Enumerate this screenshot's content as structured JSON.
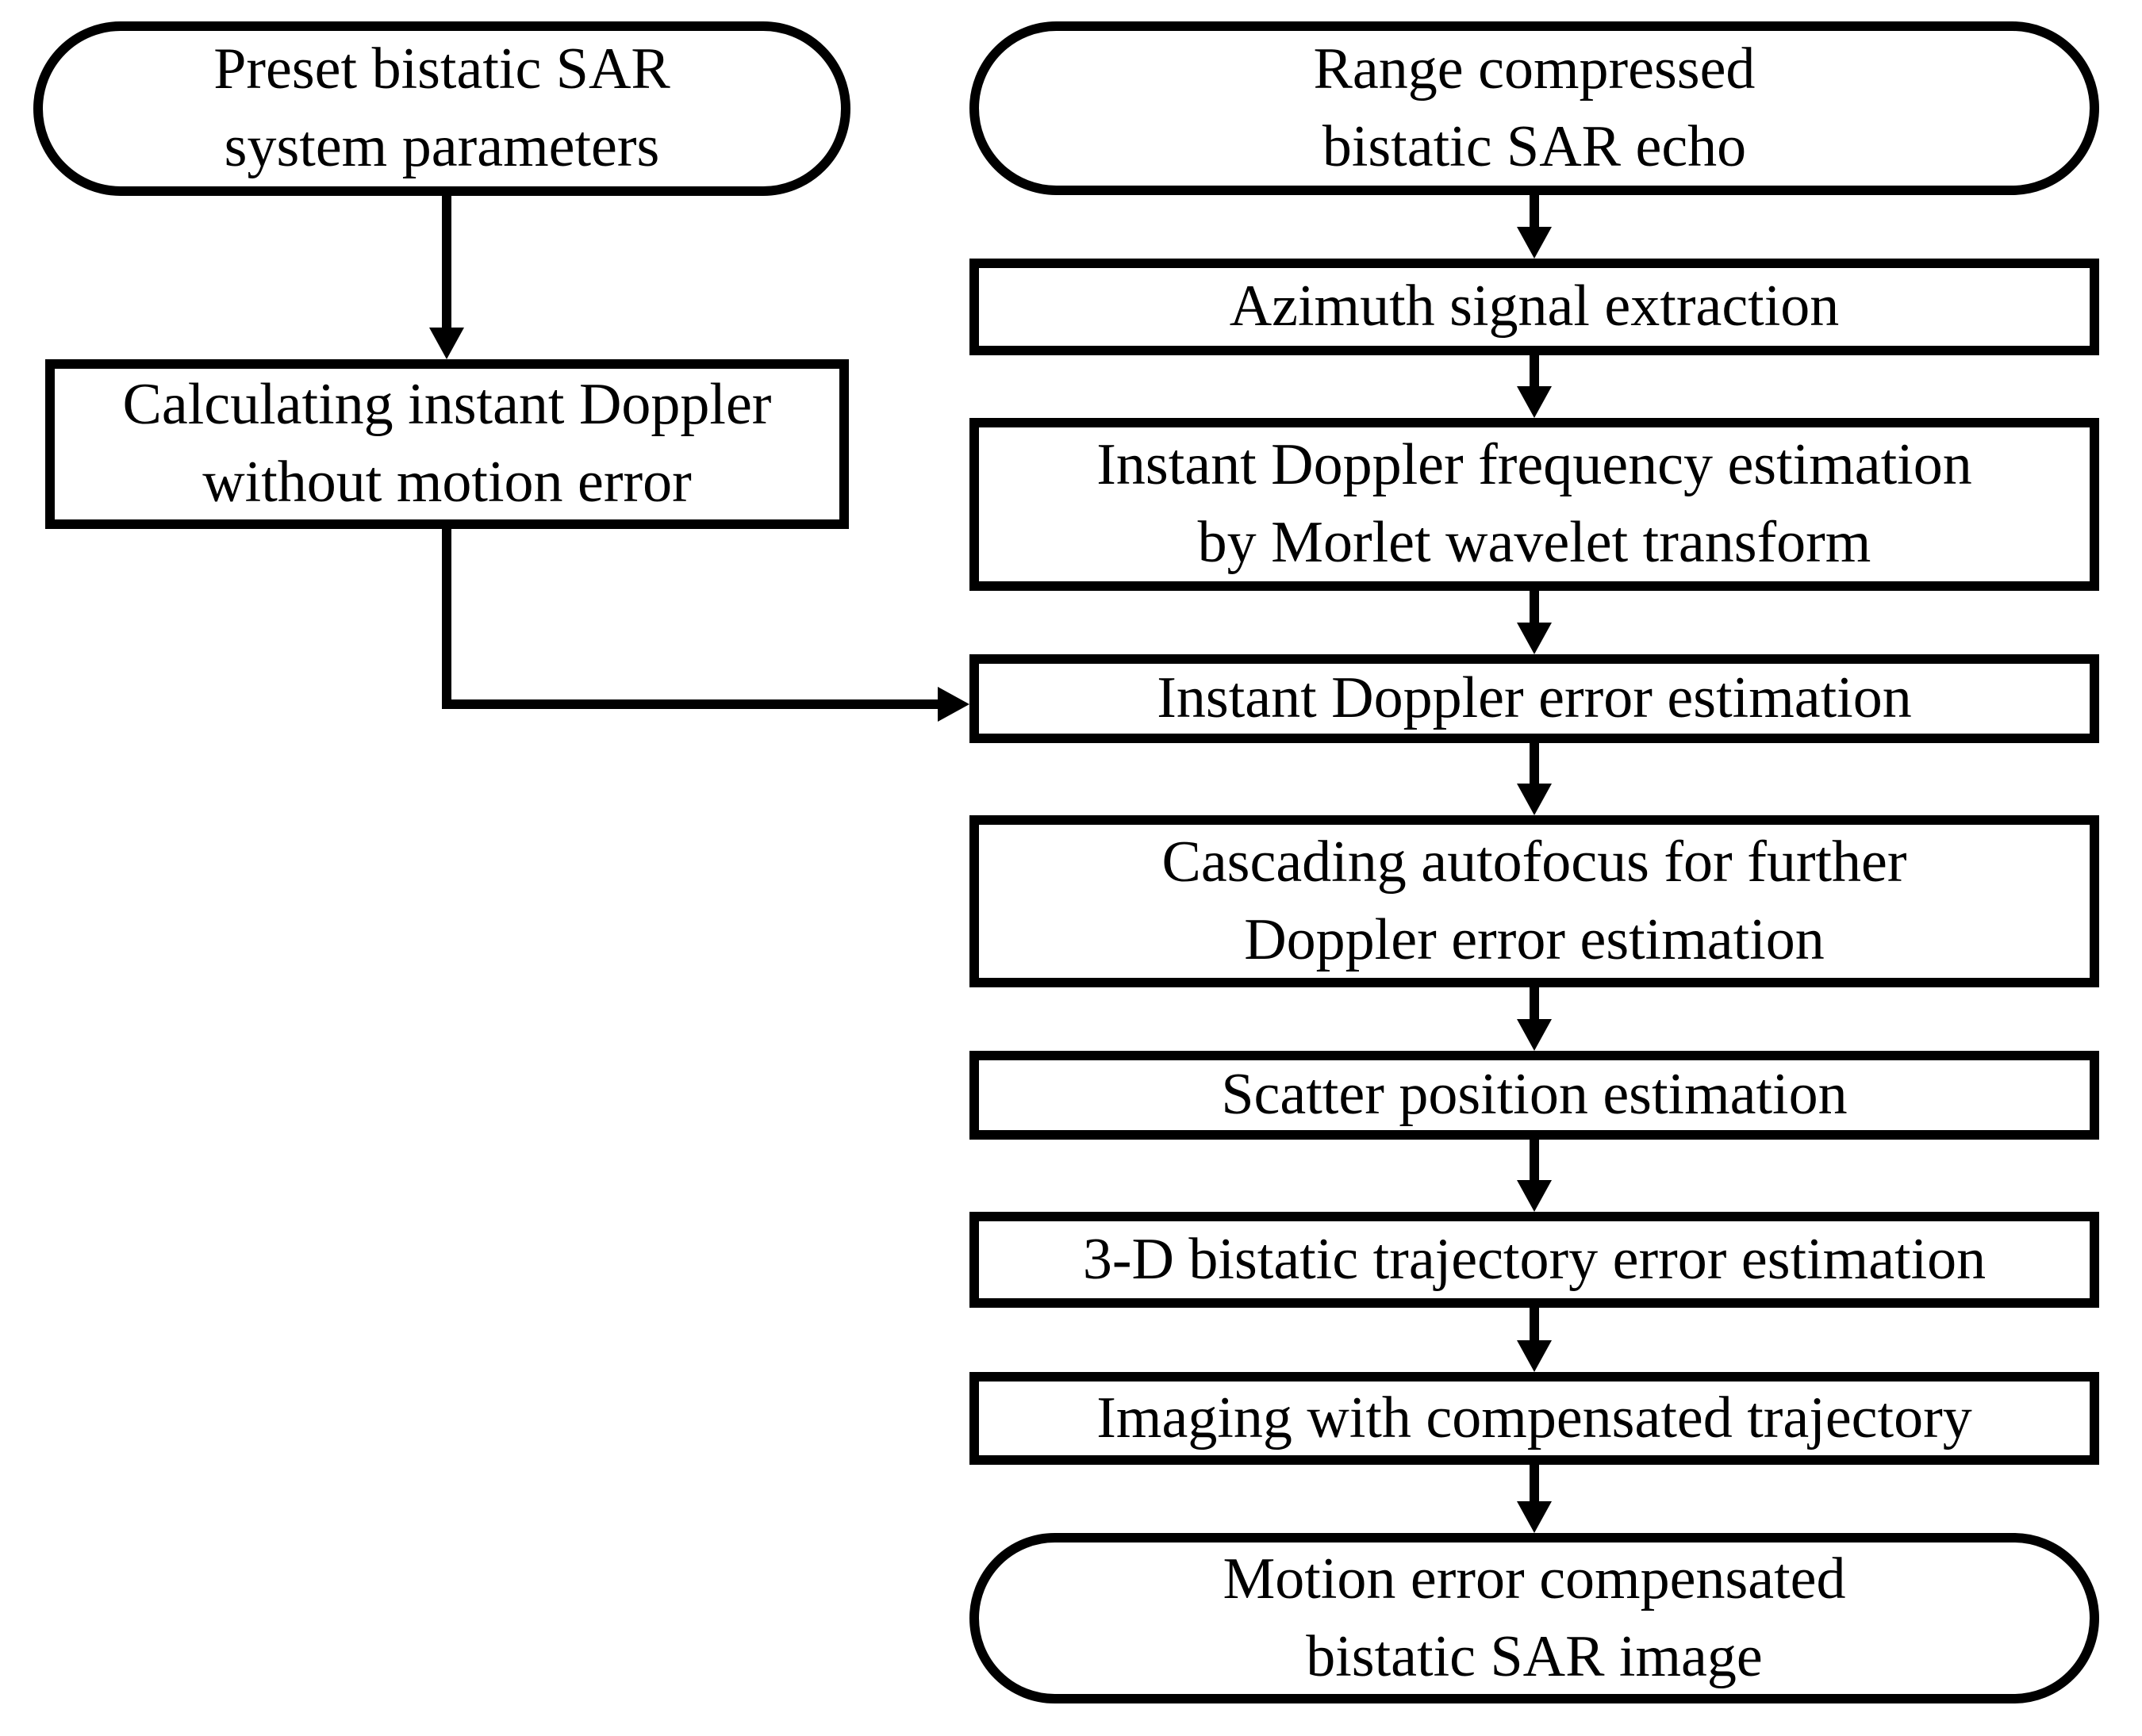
{
  "diagram": {
    "title": "Bistatic SAR motion error compensation flowchart",
    "background_color": "#ffffff",
    "stroke_color": "#000000",
    "text_color": "#000000"
  },
  "nodes": {
    "preset": {
      "shape": "rounded",
      "lines": [
        "Preset bistatic SAR",
        "system parameters"
      ]
    },
    "calc_doppler": {
      "shape": "rect",
      "lines": [
        "Calculating instant Doppler",
        "without motion error"
      ]
    },
    "range_echo": {
      "shape": "rounded",
      "lines": [
        "Range compressed",
        "bistatic SAR echo"
      ]
    },
    "azimuth": {
      "shape": "rect",
      "lines": [
        "Azimuth signal extraction"
      ]
    },
    "morlet": {
      "shape": "rect",
      "lines": [
        "Instant Doppler frequency estimation",
        "by Morlet wavelet transform"
      ]
    },
    "doppler_error": {
      "shape": "rect",
      "lines": [
        "Instant Doppler error estimation"
      ]
    },
    "cascading": {
      "shape": "rect",
      "lines": [
        "Cascading autofocus for further",
        "Doppler error estimation"
      ]
    },
    "scatter": {
      "shape": "rect",
      "lines": [
        "Scatter position estimation"
      ]
    },
    "trajectory": {
      "shape": "rect",
      "lines": [
        "3-D bistatic trajectory error estimation"
      ]
    },
    "imaging": {
      "shape": "rect",
      "lines": [
        "Imaging with compensated trajectory"
      ]
    },
    "result": {
      "shape": "rounded",
      "lines": [
        "Motion error compensated",
        "bistatic SAR image"
      ]
    }
  },
  "edges": [
    {
      "from": "preset",
      "to": "calc_doppler",
      "style": "straight-down"
    },
    {
      "from": "calc_doppler",
      "to": "doppler_error",
      "style": "elbow-right"
    },
    {
      "from": "range_echo",
      "to": "azimuth",
      "style": "straight-down"
    },
    {
      "from": "azimuth",
      "to": "morlet",
      "style": "straight-down"
    },
    {
      "from": "morlet",
      "to": "doppler_error",
      "style": "straight-down"
    },
    {
      "from": "doppler_error",
      "to": "cascading",
      "style": "straight-down"
    },
    {
      "from": "cascading",
      "to": "scatter",
      "style": "straight-down"
    },
    {
      "from": "scatter",
      "to": "trajectory",
      "style": "straight-down"
    },
    {
      "from": "trajectory",
      "to": "imaging",
      "style": "straight-down"
    },
    {
      "from": "imaging",
      "to": "result",
      "style": "straight-down"
    }
  ]
}
